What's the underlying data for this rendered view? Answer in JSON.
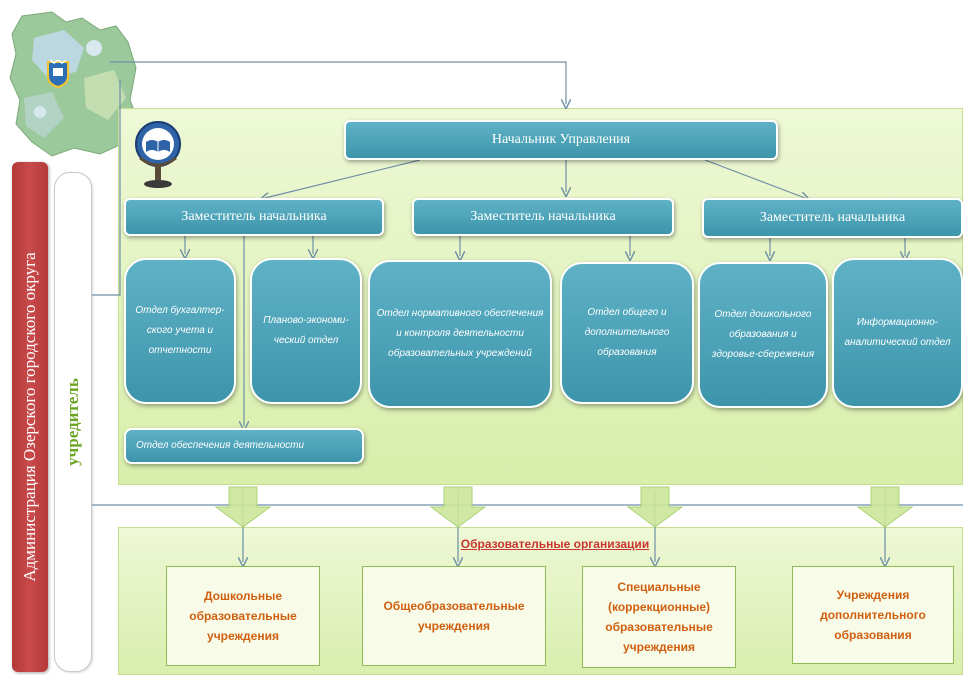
{
  "left_labels": {
    "administration": "Администрация Озерского городского округа",
    "founder": "учредитель"
  },
  "head": "Начальник Управления",
  "deputies": [
    "Заместитель начальника",
    "Заместитель начальника",
    "Заместитель начальника"
  ],
  "departments": [
    "Отдел бухгалтер-ского учета и отчетности",
    "Планово-экономи-ческий отдел",
    "Отдел нормативного обеспечения и контроля деятельности образовательных учреждений",
    "Отдел общего и дополнительного образования",
    "Отдел дошкольного образования и здоровье-сбережения",
    "Информационно-аналитический отдел"
  ],
  "support_dept": "Отдел обеспечения деятельности",
  "orgs_title": "Образовательные организации",
  "orgs": [
    "Дошкольные образовательные учреждения",
    "Общеобразовательные учреждения",
    "Специальные (коррекционные) образовательные учреждения",
    "Учреждения дополнительного образования"
  ],
  "colors": {
    "box_fill": "#4aa3b9",
    "panel_fill": "#e3f3c0",
    "admin_bar": "#c0403f",
    "founder_text": "#6aa624",
    "org_text": "#d06010",
    "org_title": "#c8352f"
  },
  "icons": [
    "region-map-icon",
    "city-emblem-icon",
    "globe-book-icon"
  ]
}
